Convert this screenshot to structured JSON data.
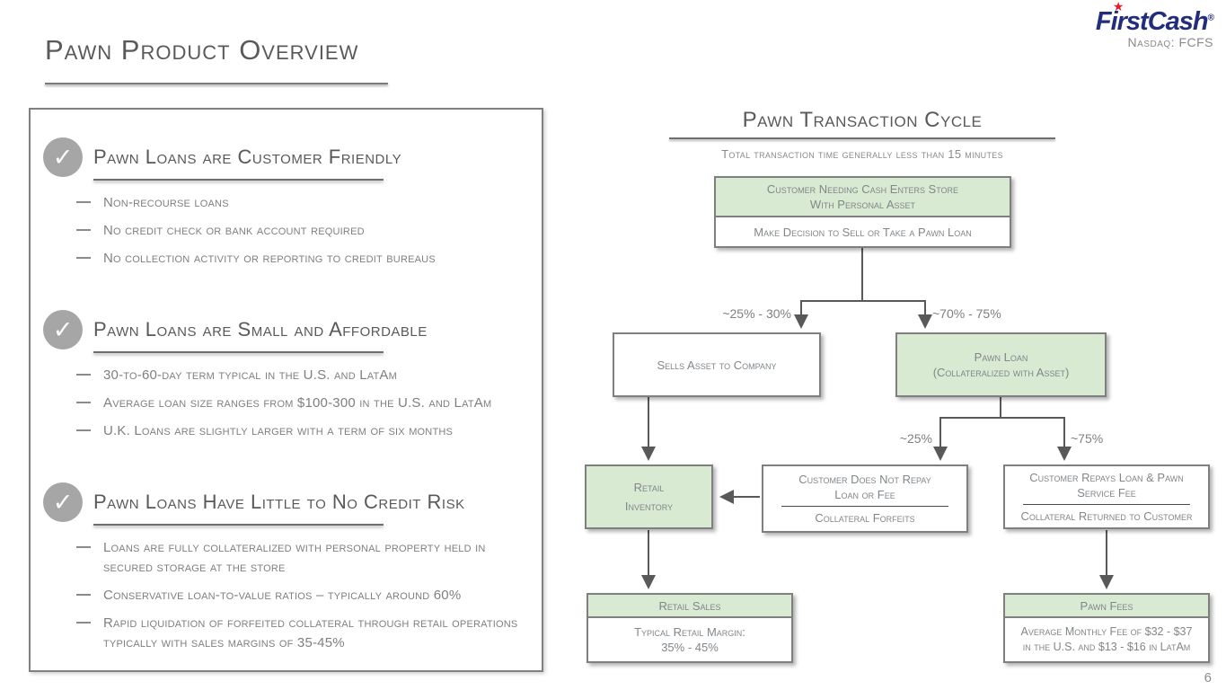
{
  "page": {
    "number": "6"
  },
  "header": {
    "title": "Pawn Product Overview",
    "logo": {
      "brand": "FirstCash",
      "registered": "®",
      "ticker": "Nasdaq: FCFS",
      "brand_color": "#222e7c",
      "star_color": "#e21d2c"
    }
  },
  "left_panel": {
    "sections": [
      {
        "title": "Pawn Loans are Customer Friendly",
        "bullets": [
          "Non-recourse loans",
          "No credit check or bank account required",
          "No collection activity or reporting to credit bureaus"
        ]
      },
      {
        "title": "Pawn Loans are Small and Affordable",
        "bullets": [
          "30-to-60-day term typical in the U.S. and LatAm",
          "Average loan size ranges from $100-300 in the U.S. and LatAm",
          "U.K. Loans are slightly larger with a term of six months"
        ]
      },
      {
        "title": "Pawn Loans Have Little to No Credit Risk",
        "bullets": [
          "Loans are fully collateralized with personal property held in secured storage at the store",
          "Conservative loan-to-value ratios – typically around 60%",
          "Rapid liquidation of forfeited collateral through retail operations typically with sales margins of 35-45%"
        ]
      }
    ]
  },
  "diagram": {
    "title": "Pawn Transaction Cycle",
    "subtitle": "Total transaction time generally less than 15 minutes",
    "colors": {
      "box_green": "#d9ead3",
      "box_border": "#7f7f7f",
      "box_text": "#80868a",
      "arrow": "#595959"
    },
    "nodes": {
      "enter_store": {
        "line1": "Customer Needing Cash Enters Store",
        "line2": "With Personal Asset",
        "decision": "Make Decision to Sell or Take a Pawn Loan"
      },
      "sells_asset": {
        "label": "Sells Asset to Company"
      },
      "pawn_loan": {
        "line1": "Pawn Loan",
        "line2": "(Collateralized with Asset)"
      },
      "retail_inventory": {
        "line1": "Retail",
        "line2": "Inventory"
      },
      "not_repay": {
        "line1": "Customer Does Not Repay",
        "line2": "Loan or Fee",
        "result": "Collateral Forfeits"
      },
      "repays": {
        "line1": "Customer Repays Loan & Pawn",
        "line2": "Service Fee",
        "result": "Collateral Returned to Customer"
      },
      "retail_sales": {
        "header": "Retail Sales",
        "line1": "Typical Retail Margin:",
        "line2": "35% - 45%"
      },
      "pawn_fees": {
        "header": "Pawn Fees",
        "line1": "Average Monthly Fee of $32 - $37",
        "line2": "in the U.S. and $13 - $16 in LatAm"
      }
    },
    "branch_labels": {
      "sell": "~25% - 30%",
      "loan": "~70% - 75%",
      "forfeit": "~25%",
      "repay": "~75%"
    }
  }
}
